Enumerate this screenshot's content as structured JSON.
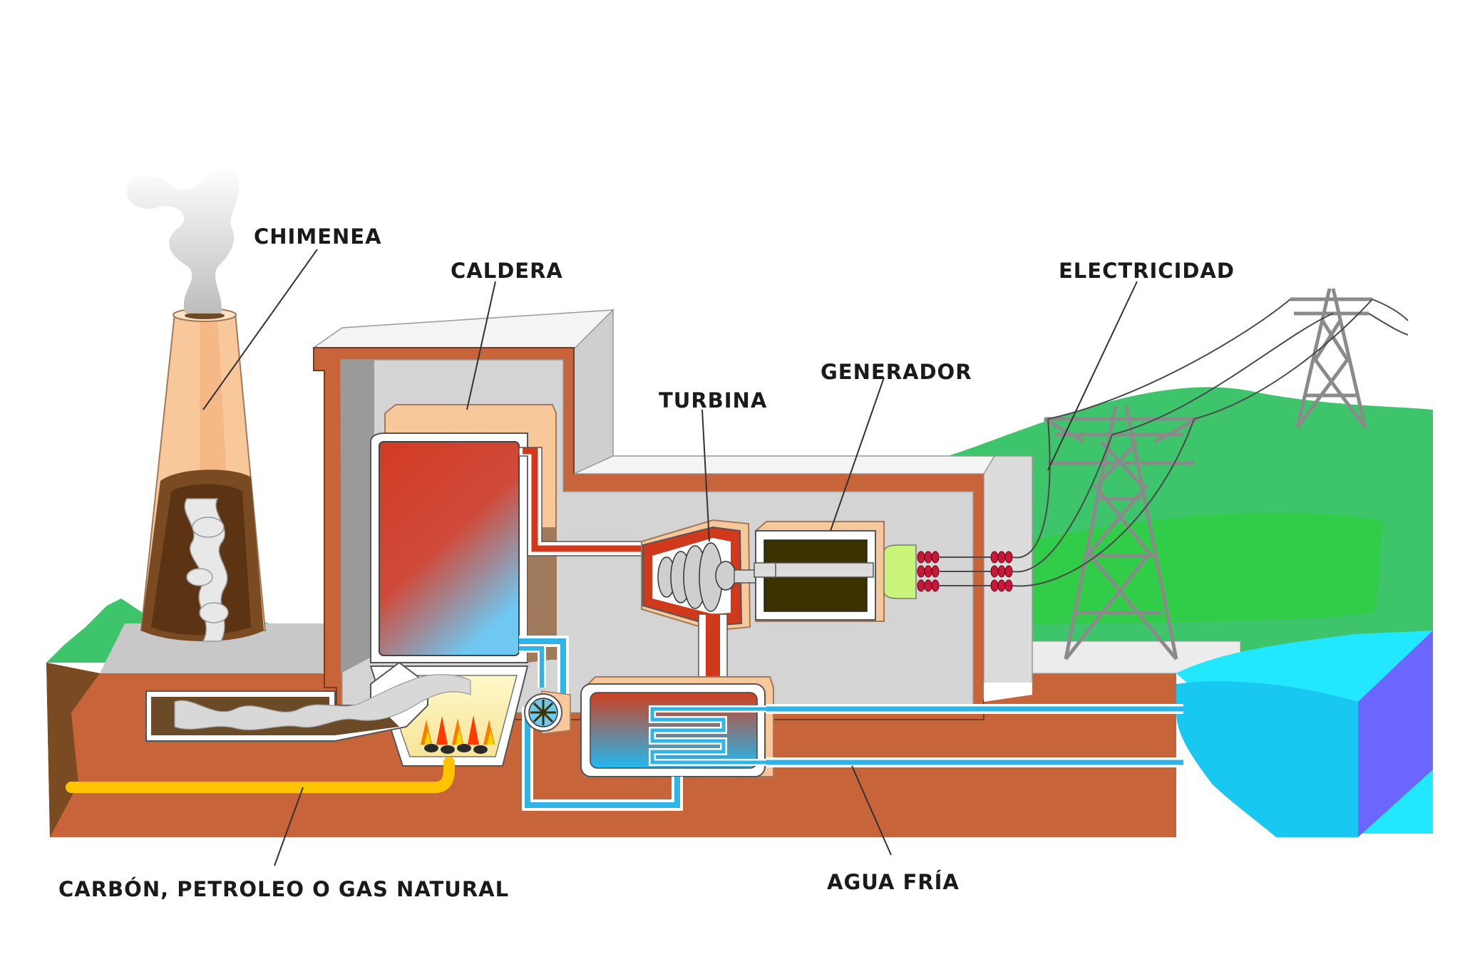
{
  "labels": {
    "chimenea": "CHIMENEA",
    "caldera": "CALDERA",
    "turbina": "TURBINA",
    "generador": "GENERADOR",
    "electricidad": "ELECTRICIDAD",
    "combustible": "CARBÓN, PETROLEO O GAS NATURAL",
    "agua_fria": "AGUA FRÍA"
  },
  "colors": {
    "ground": "#c8643a",
    "wall": "#c8643a",
    "concrete": "#d4d4d4",
    "grass": "#3ec46a",
    "water": "#18c8f0",
    "water_side": "#6a66ff",
    "chimney": "#f8c89a",
    "hot_pipe": "#d0391c",
    "cold_pipe": "#2fb4e8",
    "fuel_pipe": "#ffc400",
    "generator_core": "#3b3200",
    "tower": "#8a8a8a"
  },
  "icons": [
    "smoke-icon",
    "flame-icon",
    "pump-icon",
    "insulator-icon",
    "pylon-icon"
  ]
}
